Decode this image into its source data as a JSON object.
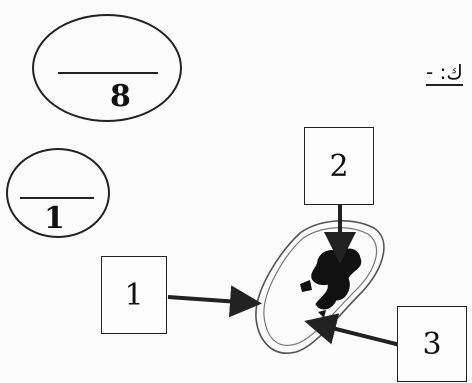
{
  "score_ovals": {
    "large": "8",
    "small": "1"
  },
  "header_snippet": "- :ك",
  "labels": {
    "label_1": "1",
    "label_2": "2",
    "label_3": "3"
  }
}
